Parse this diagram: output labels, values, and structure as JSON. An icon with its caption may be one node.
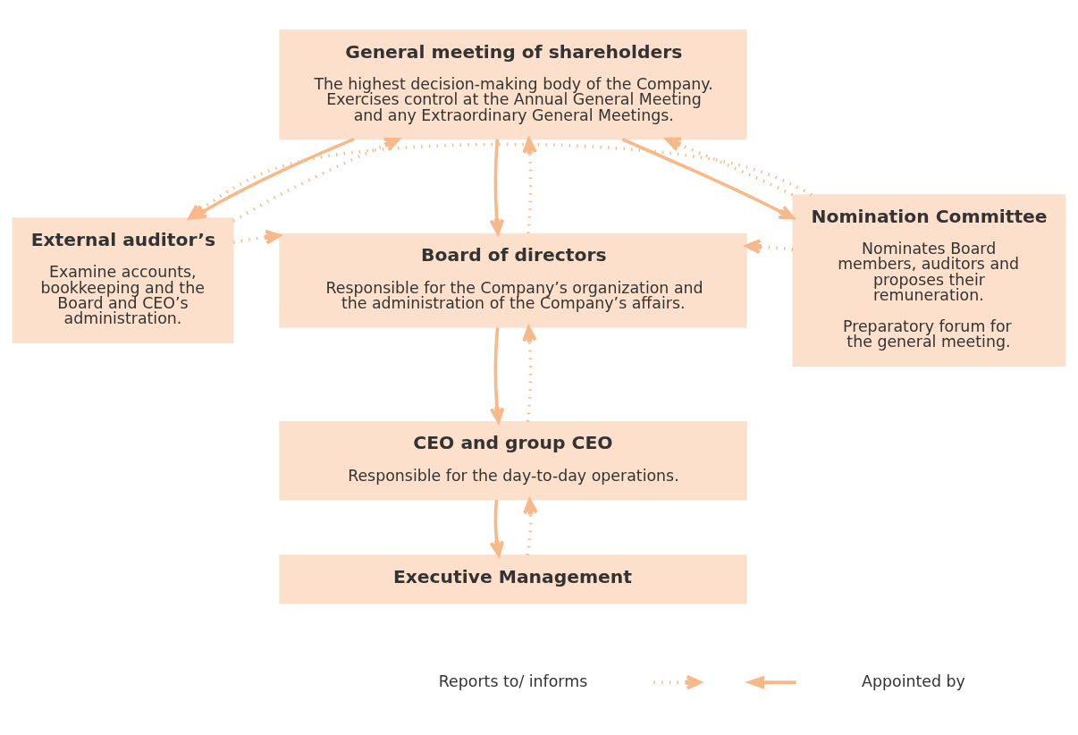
{
  "diagram": {
    "nodes": [
      {
        "text": [
          "General meeting of shareholders",
          "The highest decision-making body of the Company. Exercises control at the Annual General Meeting and any Extraordinary General Meetings."
        ]
      },
      {
        "text": [
          "External auditor’s",
          "Examine accounts, bookkeeping and the Board and CEO’s administration."
        ]
      },
      {
        "text": [
          "Board of directors",
          "Responsible for the Company’s organization and the administration of the Company’s affairs."
        ]
      },
      {
        "text": [
          "Nomination Committee",
          "Nominates Board members, auditors and proposes their remuneration.",
          "Preparatory forum for the general meeting."
        ]
      },
      {
        "text": [
          "CEO and group CEO",
          "Responsible for the day-to-day operations."
        ]
      },
      {
        "text": [
          "Executive Management"
        ]
      }
    ],
    "edges": [
      {
        "from": 0,
        "to": 1,
        "arrow": "to"
      },
      {
        "from": 0,
        "to": 2,
        "arrow": "to"
      },
      {
        "from": 0,
        "to": 3,
        "arrow": "to"
      },
      {
        "from": 2,
        "to": 4,
        "arrow": "to"
      },
      {
        "from": 4,
        "to": 5,
        "arrow": "to"
      },
      {
        "from": 3,
        "to": 1,
        "arrow": "to",
        "style": "dashed"
      },
      {
        "from": 1,
        "to": 0,
        "arrow": "to",
        "style": "dashed"
      },
      {
        "from": 1,
        "to": 2,
        "arrow": "to",
        "style": "dashed"
      },
      {
        "from": 2,
        "to": 0,
        "arrow": "to",
        "style": "dashed"
      },
      {
        "from": 3,
        "to": 0,
        "arrow": "to",
        "style": "dashed"
      },
      {
        "from": 3,
        "to": 2,
        "arrow": "to",
        "style": "dashed"
      },
      {
        "from": 4,
        "to": 2,
        "arrow": "to",
        "style": "dashed"
      },
      {
        "from": 5,
        "to": 4,
        "arrow": "to",
        "style": "dashed"
      }
    ],
    "legend": [
      {
        "text": "Reports to/ informs"
      },
      {
        "text": "Appointed by"
      }
    ]
  }
}
